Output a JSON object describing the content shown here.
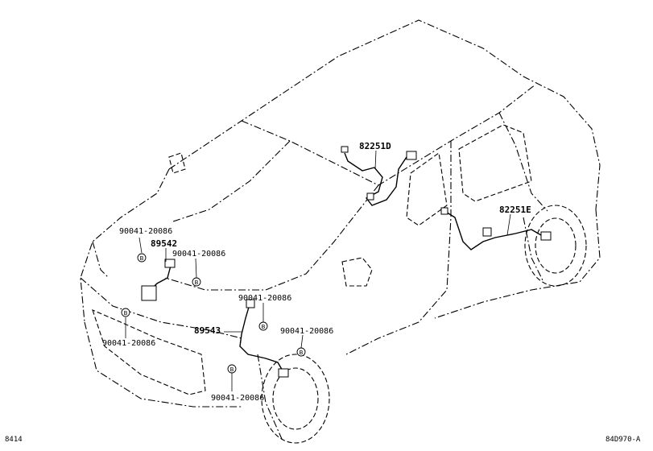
{
  "labels": {
    "p82251D": "82251D",
    "p82251E": "82251E",
    "p89542": "89542",
    "p89543": "89543",
    "b1": "90041-20086",
    "b2": "90041-20086",
    "b3": "90041-20086",
    "b4": "90041-20086",
    "b5": "90041-20086",
    "b6": "90041-20086"
  },
  "bolt_marker": "B",
  "footer": {
    "left": "8414",
    "right": "84D970-A"
  }
}
